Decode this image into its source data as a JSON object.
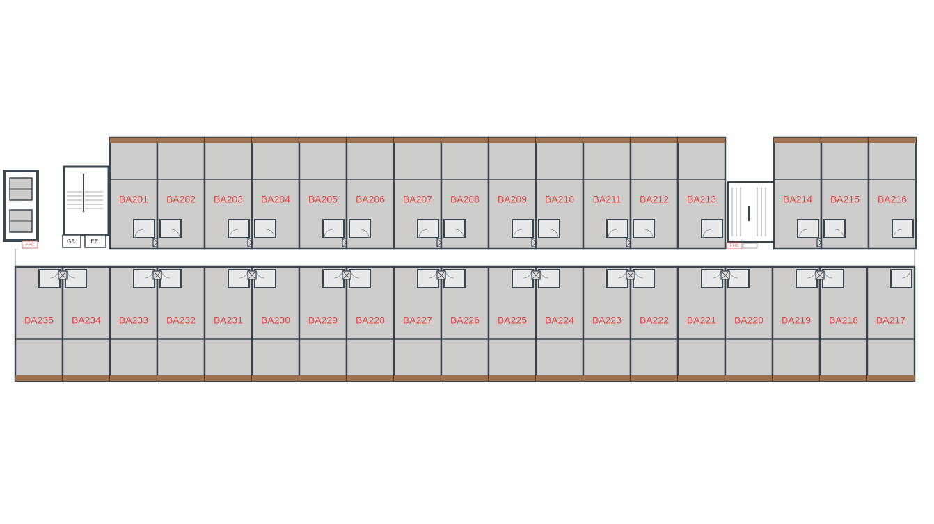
{
  "floor_plan": {
    "colors": {
      "room_fill": "#cfcdcc",
      "wall": "#3a4750",
      "balcony": "#a0714e",
      "unit_label": "#e04848",
      "corridor": "#ffffff",
      "bath_fill": "#e9e9e9"
    },
    "north_units": [
      "BA201",
      "BA202",
      "BA203",
      "BA204",
      "BA205",
      "BA206",
      "BA207",
      "BA208",
      "BA209",
      "BA210",
      "BA211",
      "BA212",
      "BA213"
    ],
    "north_east_units": [
      "BA214",
      "BA215",
      "BA216"
    ],
    "south_units": [
      "BA235",
      "BA234",
      "BA233",
      "BA232",
      "BA231",
      "BA230",
      "BA229",
      "BA228",
      "BA227",
      "BA226",
      "BA225",
      "BA224",
      "BA223",
      "BA222",
      "BA221",
      "BA220",
      "BA219",
      "BA218",
      "BA217"
    ],
    "service_labels": {
      "garbage": "GB.",
      "electrical": "EE.",
      "fhc_left": "FHC",
      "fhc_right": "FHC"
    }
  }
}
